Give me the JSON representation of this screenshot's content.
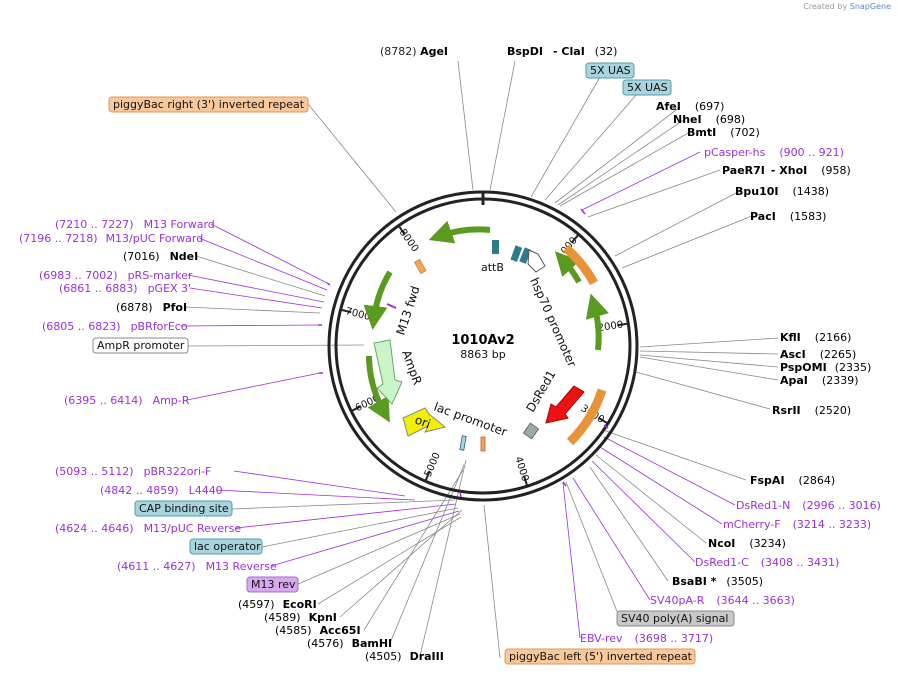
{
  "credit": {
    "prefix": "Created by",
    "brand": "SnapGene"
  },
  "plasmid": {
    "name": "1010Av2",
    "size": "8863 bp"
  },
  "ticks": [
    {
      "label": "1000",
      "pos": 1000
    },
    {
      "label": "2000",
      "pos": 2000
    },
    {
      "label": "3000",
      "pos": 3000
    },
    {
      "label": "4000",
      "pos": 4000
    },
    {
      "label": "5000",
      "pos": 5000
    },
    {
      "label": "6000",
      "pos": 6000
    },
    {
      "label": "7000",
      "pos": 7000
    },
    {
      "label": "8000",
      "pos": 8000
    }
  ],
  "inner_labels": {
    "attB": "attB",
    "hsp70": "hsp70 promoter",
    "m13fwd": "M13 fwd",
    "ampr": "AmpR",
    "dsred1": "DsRed1",
    "lac": "lac promoter",
    "ori": "ori"
  },
  "enzymes": {
    "AgeI": {
      "name": "AgeI",
      "pos": "(8782)"
    },
    "BspDI": {
      "name": "BspDI",
      "name2": "- ClaI",
      "pos": "(32)"
    },
    "AfeI": {
      "name": "AfeI",
      "pos": "(697)"
    },
    "NheI": {
      "name": "NheI",
      "pos": "(698)"
    },
    "BmtI": {
      "name": "BmtI",
      "pos": "(702)"
    },
    "PaeR7I": {
      "name": "PaeR7I",
      "name2": "- XhoI",
      "pos": "(958)"
    },
    "Bpu10I": {
      "name": "Bpu10I",
      "pos": "(1438)"
    },
    "PacI": {
      "name": "PacI",
      "pos": "(1583)"
    },
    "KflI": {
      "name": "KflI",
      "pos": "(2166)"
    },
    "AscI": {
      "name": "AscI",
      "pos": "(2265)"
    },
    "PspOMI": {
      "name": "PspOMI",
      "pos": "(2335)"
    },
    "ApaI": {
      "name": "ApaI",
      "pos": "(2339)"
    },
    "RsrII": {
      "name": "RsrII",
      "pos": "(2520)"
    },
    "FspAI": {
      "name": "FspAI",
      "pos": "(2864)"
    },
    "NcoI": {
      "name": "NcoI",
      "pos": "(3234)"
    },
    "BsaBI": {
      "name": "BsaBI *",
      "pos": "(3505)"
    },
    "NdeI": {
      "name": "NdeI",
      "pos": "(7016)"
    },
    "PfoI": {
      "name": "PfoI",
      "pos": "(6878)"
    },
    "EcoRI": {
      "name": "EcoRI",
      "pos": "(4597)"
    },
    "KpnI": {
      "name": "KpnI",
      "pos": "(4589)"
    },
    "Acc65I": {
      "name": "Acc65I",
      "pos": "(4585)"
    },
    "BamHI": {
      "name": "BamHI",
      "pos": "(4576)"
    },
    "DraIII": {
      "name": "DraIII",
      "pos": "(4505)"
    }
  },
  "primers": {
    "pCasper": {
      "name": "pCasper-hs",
      "range": "(900 .. 921)"
    },
    "M13Forward": {
      "name": "M13 Forward",
      "range": "(7210 .. 7227)"
    },
    "M13pUCForward": {
      "name": "M13/pUC Forward",
      "range": "(7196 .. 7218)"
    },
    "pRSmarker": {
      "name": "pRS-marker",
      "range": "(6983 .. 7002)"
    },
    "pGEX3": {
      "name": "pGEX 3'",
      "range": "(6861 .. 6883)"
    },
    "pBRforEco": {
      "name": "pBRforEco",
      "range": "(6805 .. 6823)"
    },
    "AmpR": {
      "name": "Amp-R",
      "range": "(6395 .. 6414)"
    },
    "pBR322": {
      "name": "pBR322ori-F",
      "range": "(5093 .. 5112)"
    },
    "L4440": {
      "name": "L4440",
      "range": "(4842 .. 4859)"
    },
    "M13pUCReverse": {
      "name": "M13/pUC Reverse",
      "range": "(4624 .. 4646)"
    },
    "M13Reverse": {
      "name": "M13 Reverse",
      "range": "(4611 .. 4627)"
    },
    "DsRed1N": {
      "name": "DsRed1-N",
      "range": "(2996 .. 3016)"
    },
    "mCherryF": {
      "name": "mCherry-F",
      "range": "(3214 .. 3233)"
    },
    "DsRed1C": {
      "name": "DsRed1-C",
      "range": "(3408 .. 3431)"
    },
    "SV40pAR": {
      "name": "SV40pA-R",
      "range": "(3644 .. 3663)"
    },
    "EBVrev": {
      "name": "EBV-rev",
      "range": "(3698 .. 3717)"
    }
  },
  "boxes": {
    "uas1": "5X UAS",
    "uas2": "5X UAS",
    "pbRight": "piggyBac right (3') inverted repeat",
    "ampPromoter": "AmpR promoter",
    "cap": "CAP binding site",
    "lacOperator": "lac operator",
    "m13rev": "M13 rev",
    "sv40": "SV40 poly(A) signal",
    "pbLeft": "piggyBac left (5') inverted repeat"
  },
  "colors": {
    "backbone": "#222222",
    "green": "#7cc63a",
    "orange": "#f3a64a",
    "red": "#ee1111",
    "amp": "#c9f5c9",
    "ori": "#f0f000",
    "teal": "#2e7c8a",
    "primer": "#9b30d9",
    "uas_box": "#a8d4de",
    "piggy_box": "#f8c79a",
    "m13rev_box": "#d8a8f0",
    "sv40_box": "#c8c8c8"
  }
}
